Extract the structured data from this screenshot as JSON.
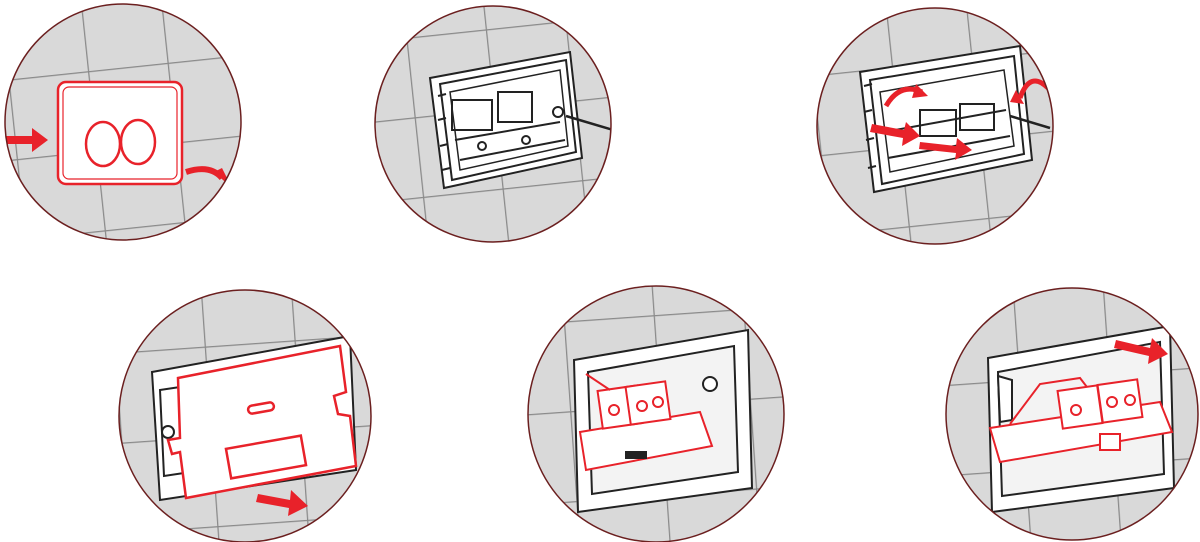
{
  "colors": {
    "accent": "#e8222a",
    "wall": "#d9d9d9",
    "grout": "#8a8a8a",
    "outline": "#222222",
    "panel": "#ffffff",
    "circle_border": "#6b1f1f"
  },
  "steps": [
    {
      "action": "press-and-tilt-flush-plate",
      "icons": [
        "flush-plate",
        "push-arrow-icon",
        "tilt-arrow-icon"
      ]
    },
    {
      "action": "unscrew-mounting-frame",
      "icons": [
        "mounting-frame",
        "screwdriver-icon"
      ]
    },
    {
      "action": "remove-frame-rods",
      "icons": [
        "mounting-frame",
        "rotate-arrow-icon",
        "pull-arrow-icon"
      ]
    },
    {
      "action": "remove-protective-cover",
      "icons": [
        "protective-cover",
        "pull-arrow-icon"
      ]
    },
    {
      "action": "access-valve-mechanism",
      "icons": [
        "valve-mechanism",
        "wall-recess"
      ]
    },
    {
      "action": "slide-out-valve-mechanism",
      "icons": [
        "valve-mechanism",
        "slide-arrow-icon"
      ]
    }
  ]
}
